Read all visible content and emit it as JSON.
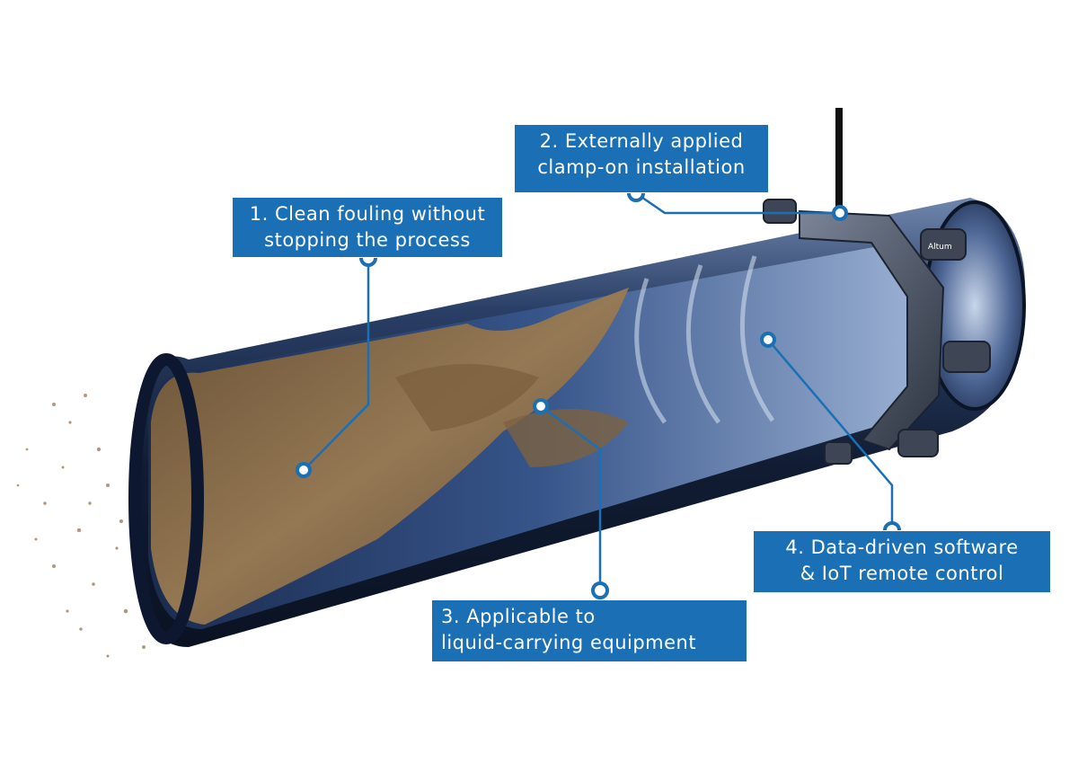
{
  "callouts": [
    {
      "line1": "1. Clean fouling without",
      "line2": "stopping the process"
    },
    {
      "line1": "2. Externally applied",
      "line2": "clamp-on installation"
    },
    {
      "line1": "3. Applicable to",
      "line2": "liquid-carrying equipment"
    },
    {
      "line1": "4. Data-driven software",
      "line2": "& IoT remote control"
    }
  ],
  "device_brand": "Altum",
  "colors": {
    "callout_bg": "#1a6fb5",
    "callout_text": "#ffffff",
    "leader_line": "#1a6fb5",
    "pipe_body": "#1b2a4a",
    "fouling": "#8a6a45"
  }
}
